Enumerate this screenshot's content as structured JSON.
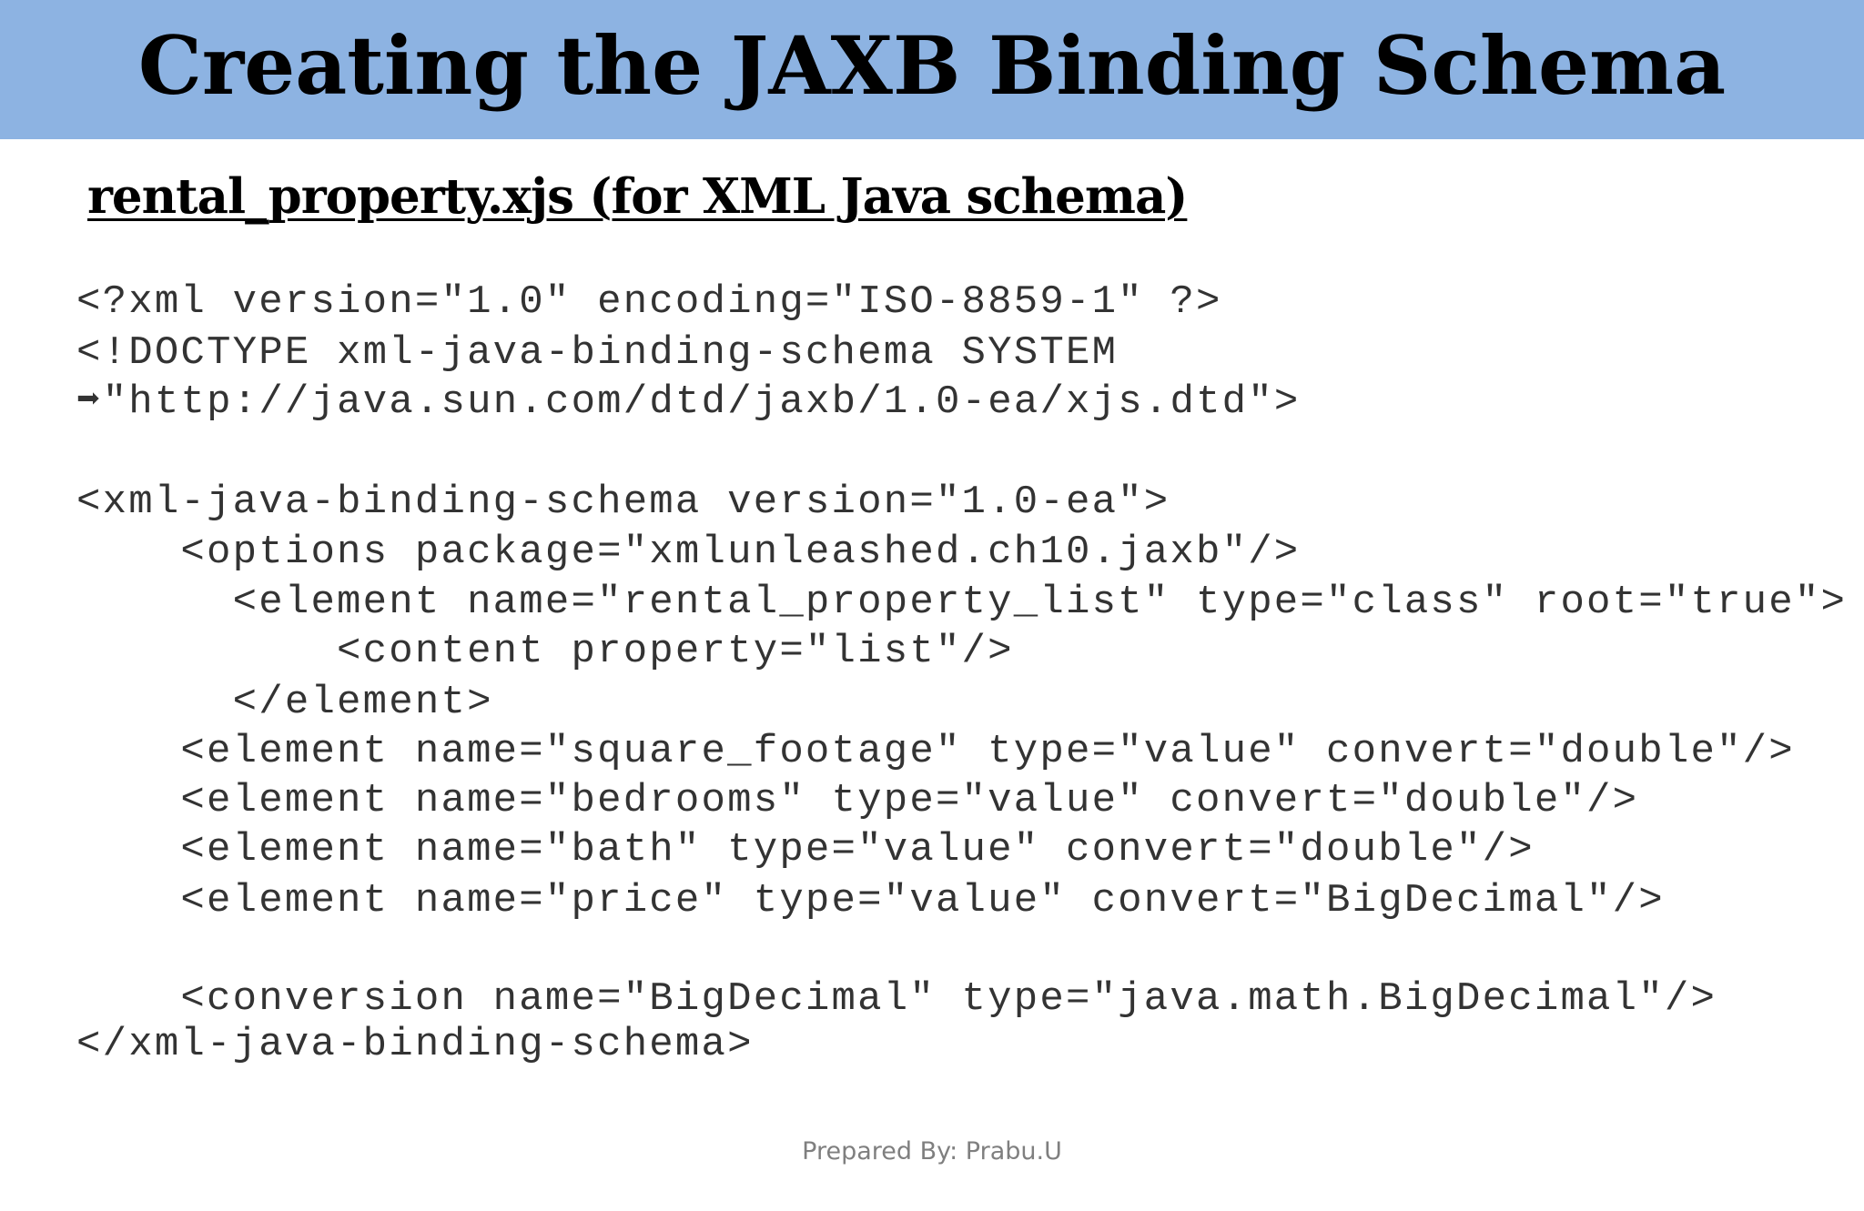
{
  "slide": {
    "title": "Creating the JAXB Binding Schema",
    "subtitle": "rental_property.xjs (for XML Java schema)",
    "code_lines": [
      "<?xml version=\"1.0\" encoding=\"ISO-8859-1\" ?>",
      "<!DOCTYPE xml-java-binding-schema SYSTEM",
      "➡\"http://java.sun.com/dtd/jaxb/1.0-ea/xjs.dtd\">",
      "<xml-java-binding-schema version=\"1.0-ea\">",
      "    <options package=\"xmlunleashed.ch10.jaxb\"/>",
      "      <element name=\"rental_property_list\" type=\"class\" root=\"true\">",
      "          <content property=\"list\"/>",
      "      </element>",
      "    <element name=\"square_footage\" type=\"value\" convert=\"double\"/>",
      "    <element name=\"bedrooms\" type=\"value\" convert=\"double\"/>",
      "    <element name=\"bath\" type=\"value\" convert=\"double\"/>",
      "    <element name=\"price\" type=\"value\" convert=\"BigDecimal\"/>",
      "    <conversion name=\"BigDecimal\" type=\"java.math.BigDecimal\"/>",
      "</xml-java-binding-schema>"
    ],
    "footer": "Prepared By: Prabu.U"
  },
  "colors": {
    "title_bar": "#8db3e2",
    "code_text": "#333333",
    "footer_text": "#7f7f7f"
  }
}
